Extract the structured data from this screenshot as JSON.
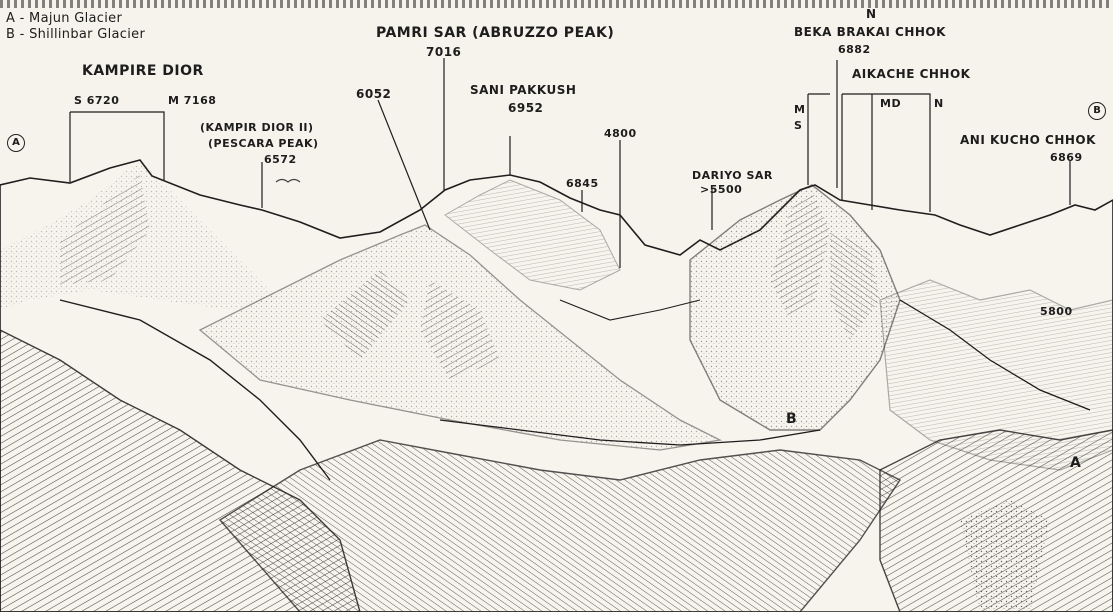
{
  "legend": {
    "a": "A - Majun Glacier",
    "b": "B - Shillinbar Glacier"
  },
  "peaks": {
    "pamri_sar": "PAMRI SAR (ABRUZZO PEAK)",
    "pamri_sar_height": "7016",
    "kampire_dior": "KAMPIRE DIOR",
    "kampire_s": "S 6720",
    "kampire_m": "M 7168",
    "kampir_dior_2": "(KAMPIR DIOR II)",
    "pescara_peak": "(PESCARA PEAK)",
    "pescara_height": "6572",
    "peak_6052": "6052",
    "sani_pakkush": "SANI PAKKUSH",
    "sani_pakkush_height": "6952",
    "peak_6845": "6845",
    "peak_4800": "4800",
    "dariyo_sar": "DARIYO SAR",
    "dariyo_sar_height": ">5500",
    "beka_brakai_chhok": "BEKA BRAKAI CHHOK",
    "beka_brakai_height": "6882",
    "north_marker": "N",
    "aikache_chhok": "AIKACHE CHHOK",
    "aikache_md": "MD",
    "aikache_n": "N",
    "ms_m": "M",
    "ms_s": "S",
    "ani_kucho_chhok": "ANI KUCHO CHHOK",
    "ani_kucho_height": "6869",
    "peak_5800": "5800"
  },
  "markers": {
    "circle_a": "A",
    "circle_b": "B",
    "glacier_b": "B",
    "glacier_a": "A"
  },
  "icons": {
    "bird": "bird-icon"
  }
}
